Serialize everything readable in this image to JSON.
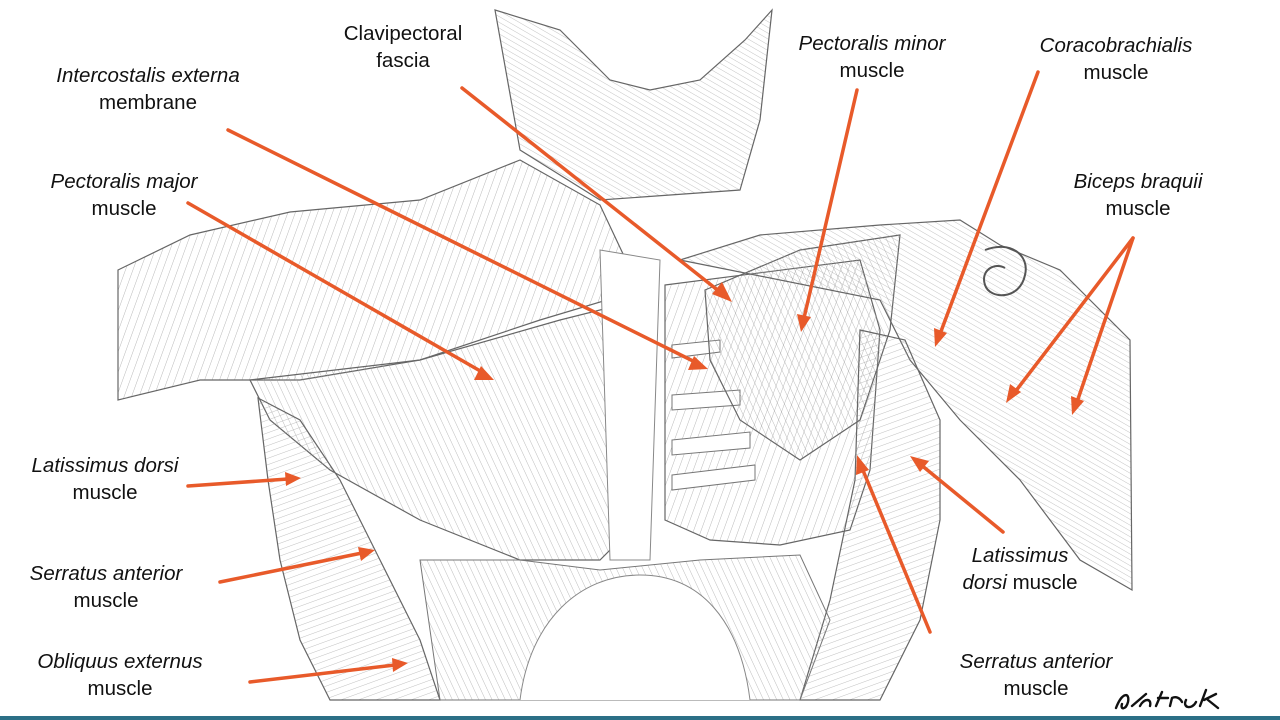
{
  "labels": {
    "clavipectoral": {
      "line1": "Clavipectoral",
      "line2": "fascia"
    },
    "intercostalis": {
      "line1": "Intercostalis externa",
      "line2": "membrane"
    },
    "pectoralis_major": {
      "line1": "Pectoralis major",
      "line2": "muscle"
    },
    "pectoralis_minor": {
      "line1": "Pectoralis minor",
      "line2": "muscle"
    },
    "coracobrachialis": {
      "line1": "Coracobrachialis",
      "line2": "muscle"
    },
    "biceps": {
      "line1": "Biceps braquii",
      "line2": "muscle"
    },
    "latissimus_left": {
      "line1": "Latissimus dorsi",
      "line2": "muscle"
    },
    "serratus_left": {
      "line1": "Serratus anterior",
      "line2": "muscle"
    },
    "obliquus": {
      "line1": "Obliquus externus",
      "line2": "muscle"
    },
    "latissimus_right": {
      "line1": "Latissimus",
      "line2a": "dorsi",
      "line2b": " muscle"
    },
    "serratus_right": {
      "line1": "Serratus anterior",
      "line2": "muscle"
    }
  },
  "colors": {
    "arrow": "#e85a2a",
    "sketch": "#555555",
    "text": "#111111",
    "rule": "#2b6f86"
  }
}
